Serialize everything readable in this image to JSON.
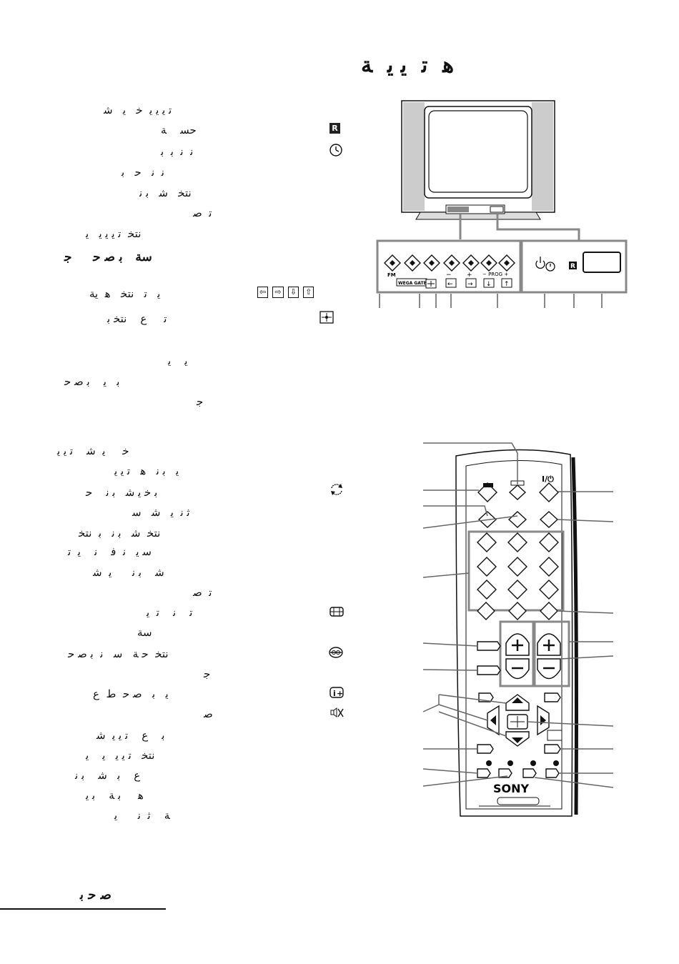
{
  "title": "ﮬ  ﺗ  ﻳ ﻳ  ﺔ",
  "intro_lines": [
    "ﺗ ﻳ ﻳ ﻳ  ﺧ   ﻳ   ﺷ",
    "ﺣﺴ    ﺔ",
    "ﻧ  ﻧ  ﺑ  ﺑ",
    "ﻧ  ﻧ   ﺣ   ﺑ",
    "ﻧﺘﺨ   ﺷ   ﺑ ﻧ",
    "ﺗ  ﺻ",
    "ﻧﺘﺨ  ﺗ ﻳ ﻳ ﻳ   ﻳ"
  ],
  "section_head": "ﺳﺔ   ﺑ ﺻ ﺣ     ﺟ",
  "nav_line": "ﻳ   ﺗ   ﻧﺘﺨ   ﻫ  ﻳﺔ",
  "nav_keys": [
    "⇧",
    "⇩",
    "⇨",
    "⇦"
  ],
  "enter_line": "ﺗ     ﻉ    ﻧﺘﺨ ﺑ",
  "mid_lines": [
    "ﻳ    ﻳ",
    "ﺑ   ﻳ    ﺑ ﺻ ﺣ",
    "ﺟ"
  ],
  "lower_lines": [
    "ﺧ     ﻳ  ﺷ    ﺗ ﻳ ﻳ",
    "ﻳ   ﺑ ﻧ   ﻫ   ﺗ ﻳ ﻳ",
    "ﺑ ﺧ ﻳ ﺷ   ﺑ ﻧ    ﺣ",
    "ﺛ ﻧ  ﻳ   ﺷ   ﺳ",
    "ﻧﺘﺨ  ﺷ   ﺑ ﻧ   ﺑ  ﻧﺘﺨ",
    "ﺳ ﻳ   ﻧ  ﻓ    ﻧ    ﻳ  ﺗ",
    "ﺷ    ﺑ ﻧ      ﻳ  ﺷ",
    "ﺗ  ﺻ",
    "ﺗ    ﻧ    ﺗ  ﻳ",
    "ﺳﺔ",
    "ﻧﺘﺨ  ﺣ ﺔ   ﺳ   ﻧ  ﺑ ﺻ ﺣ",
    "ﺟ",
    "ﻳ   ﺑ   ﺻ ﺣ  ﻁ  ﻉ",
    "ﺻ",
    "ﺑ    ﻉ    ﺗ ﻳ ﻳ  ﺷ",
    "ﻧﺘﺨ   ﺗ ﻳ ﻳ   ﻳ    ﻳ",
    "ﻉ    ﺑ   ﺷ    ﺑ ﻧ",
    "ﻫ     ﺑ ﺔ    ﺑ ﻳ",
    "ﺔ    ﺛ  ﻧ      ﻳ"
  ],
  "footer_text": "ﺻ ﺣ ﺑ",
  "tv_labels": {
    "fm": "FM",
    "wega_gate": "WEGA GATE",
    "minus": "−",
    "plus": "+",
    "prog": "− PROG +",
    "left": "←",
    "right": "→",
    "down": "↓",
    "up": "↑"
  },
  "remote_labels": {
    "brand": "SONY",
    "power": "I/⏻"
  },
  "icons": {
    "r_mark": "R",
    "clock": "timer-icon",
    "enter_icon": "enter-icon",
    "swap": "swap-icon",
    "screen": "screen-format-icon",
    "dual": "dual-sound-icon",
    "info": "info-icon",
    "mute": "mute-icon"
  }
}
